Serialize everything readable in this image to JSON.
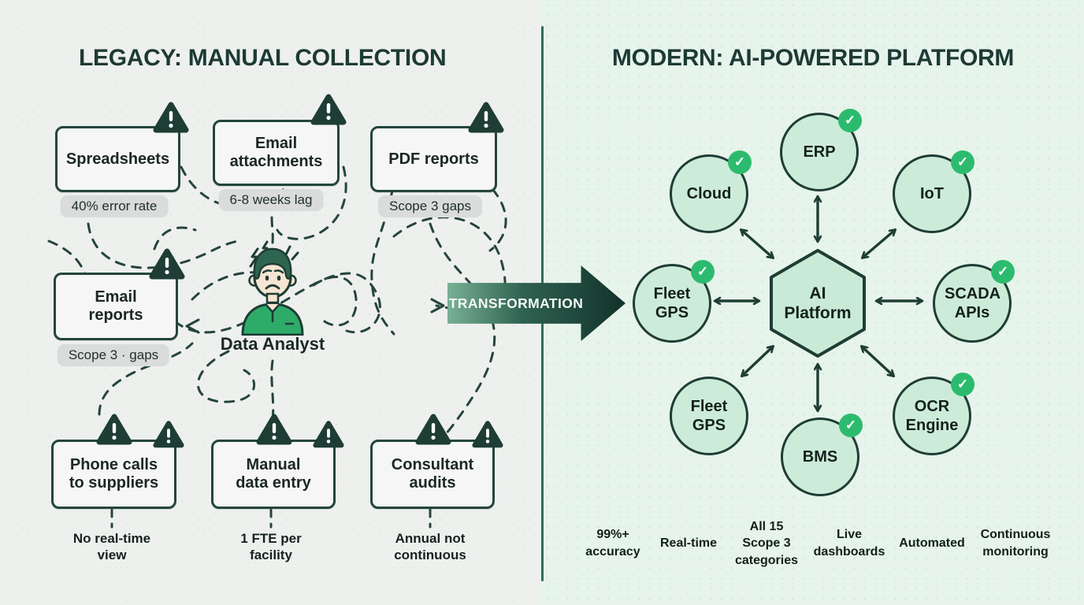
{
  "left": {
    "title": "LEGACY: MANUAL COLLECTION",
    "analyst_label": "Data Analyst",
    "sources": [
      {
        "label": "Spreadsheets",
        "badge": "40% error rate"
      },
      {
        "label": "Email attachments",
        "badge": "6-8 weeks lag"
      },
      {
        "label": "PDF reports",
        "badge": "Scope 3 gaps"
      },
      {
        "label": "Email reports",
        "badge": "Scope 3 · gaps"
      },
      {
        "label": "Phone calls to suppliers",
        "caption": "No real-time view"
      },
      {
        "label": "Manual data entry",
        "caption": "1 FTE per facility"
      },
      {
        "label": "Consultant audits",
        "caption": "Annual not continuous"
      }
    ]
  },
  "transformation": {
    "label": "TRANSFORMATION"
  },
  "right": {
    "title": "MODERN: AI-POWERED PLATFORM",
    "hub_label": "AI Platform",
    "nodes": [
      {
        "label": "Cloud",
        "checked": true
      },
      {
        "label": "ERP",
        "checked": true
      },
      {
        "label": "IoT",
        "checked": true
      },
      {
        "label": "Fleet GPS",
        "checked": true
      },
      {
        "label": "SCADA APIs",
        "checked": true
      },
      {
        "label": "Fleet GPS",
        "checked": false
      },
      {
        "label": "BMS",
        "checked": true
      },
      {
        "label": "OCR Engine",
        "checked": true
      }
    ],
    "benefits": [
      "99%+ accuracy",
      "Real-time",
      "All 15 Scope 3 categories",
      "Live dashboards",
      "Automated",
      "Continuous monitoring"
    ]
  },
  "icons": {
    "warning": "warning-triangle",
    "check": "✓"
  },
  "colors": {
    "dark_teal": "#1e3d35",
    "accent_green": "#2cbb6e",
    "node_fill": "#cdebd9",
    "hub_fill": "#c9ead6",
    "left_bg": "#eef0ee",
    "right_bg": "#e7f4eb",
    "pill_bg": "#d9dcda"
  }
}
